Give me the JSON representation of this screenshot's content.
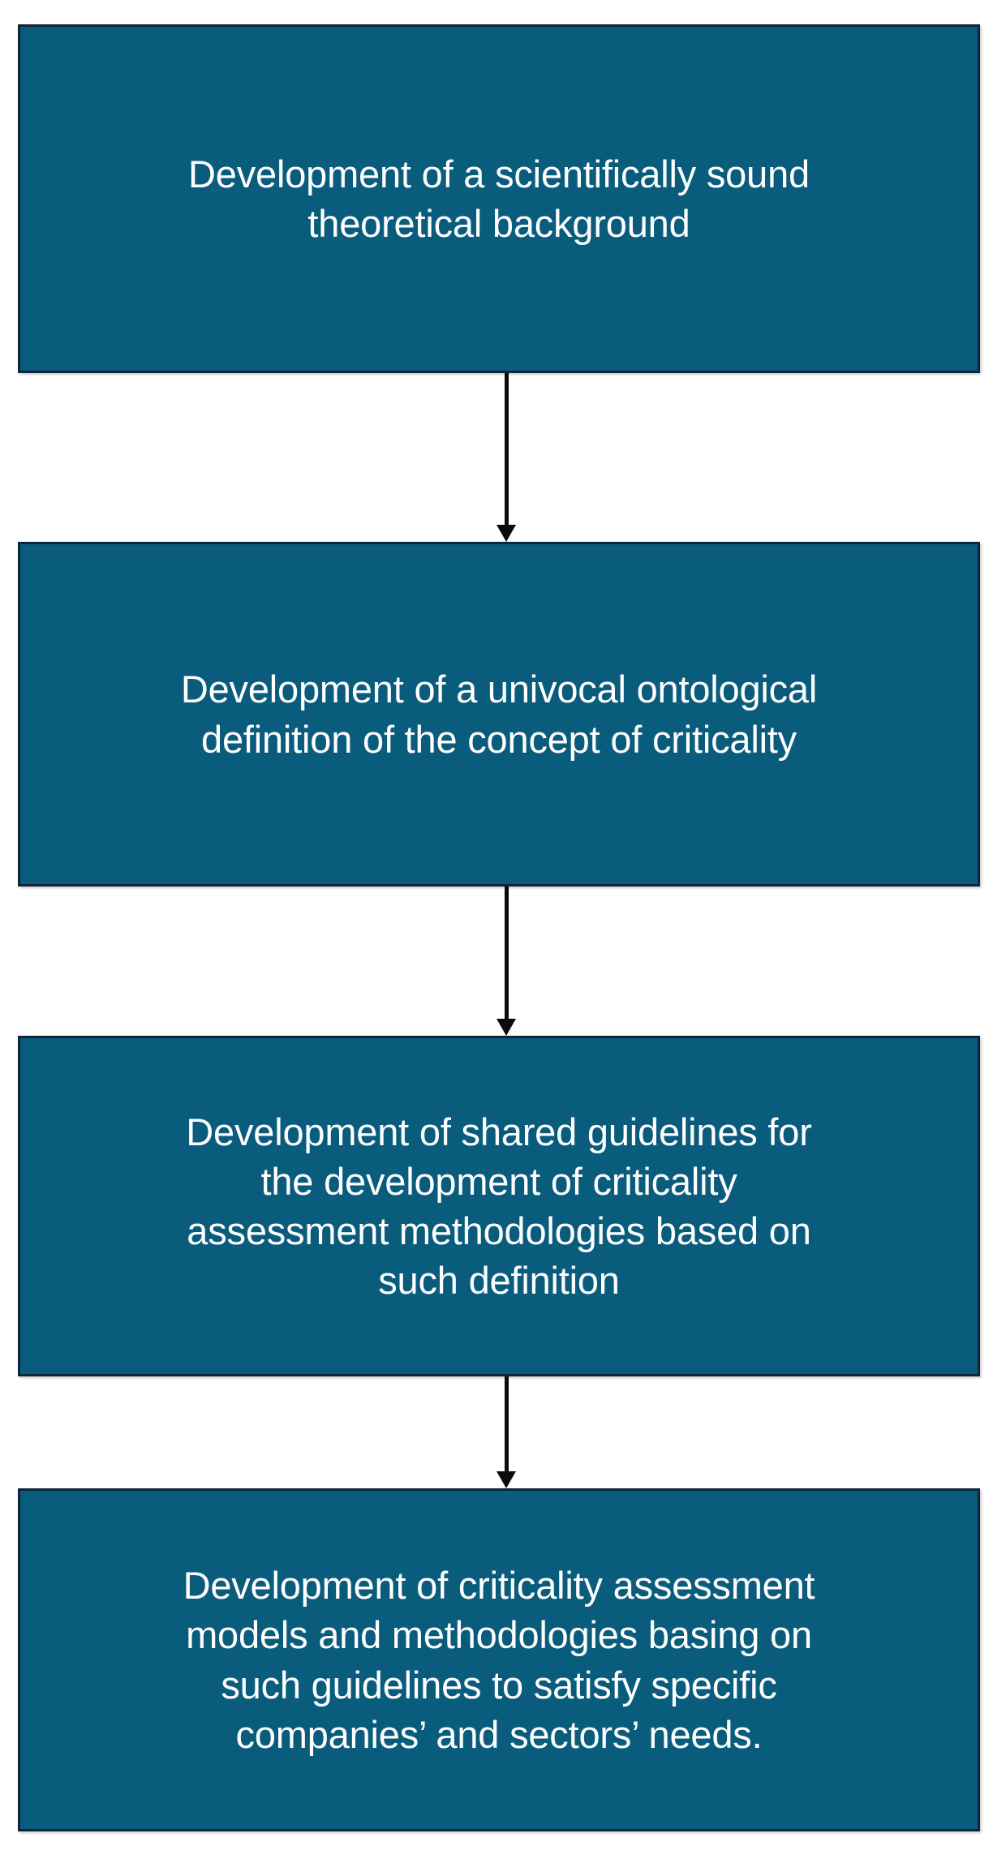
{
  "diagram": {
    "type": "flowchart",
    "orientation": "vertical",
    "background_color": "#ffffff",
    "node_fill_color": "#0a5c7d",
    "node_border_color": "#10253a",
    "node_text_color": "#ffffff",
    "connector_color": "#0b0b0b",
    "nodes": [
      {
        "id": "node-1",
        "label": "Development of a scientifically sound\ntheoretical background"
      },
      {
        "id": "node-2",
        "label": "Development of a univocal ontological\ndefinition of the concept of criticality"
      },
      {
        "id": "node-3",
        "label": "Development of shared guidelines for\nthe development of criticality\nassessment methodologies based on\nsuch definition"
      },
      {
        "id": "node-4",
        "label": "Development of criticality assessment\nmodels and methodologies basing on\nsuch guidelines to satisfy specific\ncompanies’ and sectors’ needs."
      }
    ],
    "connectors": [
      {
        "id": "connector-1",
        "from": "node-1",
        "to": "node-2",
        "style": "arrow-down"
      },
      {
        "id": "connector-2",
        "from": "node-2",
        "to": "node-3",
        "style": "arrow-down"
      },
      {
        "id": "connector-3",
        "from": "node-3",
        "to": "node-4",
        "style": "arrow-down"
      }
    ]
  }
}
